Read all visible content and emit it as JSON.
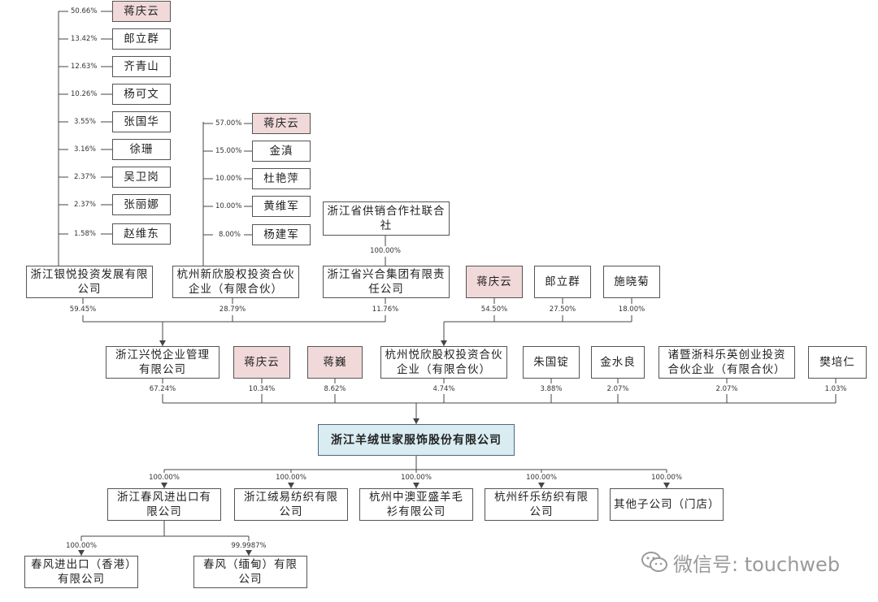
{
  "top_left_shareholders": [
    {
      "name": "蒋庆云",
      "pct": "50.66%"
    },
    {
      "name": "郎立群",
      "pct": "13.42%"
    },
    {
      "name": "齐青山",
      "pct": "12.63%"
    },
    {
      "name": "杨可文",
      "pct": "10.26%"
    },
    {
      "name": "张国华",
      "pct": "3.55%"
    },
    {
      "name": "徐珊",
      "pct": "3.16%"
    },
    {
      "name": "吴卫岗",
      "pct": "2.37%"
    },
    {
      "name": "张丽娜",
      "pct": "2.37%"
    },
    {
      "name": "赵维东",
      "pct": "1.58%"
    }
  ],
  "mid_left_shareholders": [
    {
      "name": "蒋庆云",
      "pct": "57.00%"
    },
    {
      "name": "金滇",
      "pct": "15.00%"
    },
    {
      "name": "杜艳萍",
      "pct": "10.00%"
    },
    {
      "name": "黄维军",
      "pct": "10.00%"
    },
    {
      "name": "杨建军",
      "pct": "8.00%"
    }
  ],
  "coop_union": {
    "name": "浙江省供销合作社联合社",
    "pct": "100.00%"
  },
  "level2": [
    {
      "name": "浙江银悦投资发展有限公司",
      "pct": "59.45%"
    },
    {
      "name": "杭州新欣股权投资合伙企业（有限合伙）",
      "pct": "28.79%"
    },
    {
      "name": "浙江省兴合集团有限责任公司",
      "pct": "11.76%"
    }
  ],
  "yuexin_partners": [
    {
      "name": "蒋庆云",
      "pct": "54.50%"
    },
    {
      "name": "郎立群",
      "pct": "27.50%"
    },
    {
      "name": "施晓菊",
      "pct": "18.00%"
    }
  ],
  "direct_shareholders": [
    {
      "name": "浙江兴悦企业管理有限公司",
      "pct": "67.24%"
    },
    {
      "name": "蒋庆云",
      "pct": "10.34%"
    },
    {
      "name": "蒋巍",
      "pct": "8.62%"
    },
    {
      "name": "杭州悦欣股权投资合伙企业（有限合伙）",
      "pct": "4.74%"
    },
    {
      "name": "朱国锭",
      "pct": "3.88%"
    },
    {
      "name": "金水良",
      "pct": "2.07%"
    },
    {
      "name": "诸暨浙科乐英创业投资合伙企业（有限合伙）",
      "pct": "2.07%"
    },
    {
      "name": "樊培仁",
      "pct": "1.03%"
    }
  ],
  "company": {
    "name": "浙江羊绒世家服饰股份有限公司"
  },
  "subsidiaries": [
    {
      "name": "浙江春风进出口有限公司",
      "pct": "100.00%"
    },
    {
      "name": "浙江绒易纺织有限公司",
      "pct": "100.00%"
    },
    {
      "name": "杭州中澳亚盛羊毛衫有限公司",
      "pct": "100.00%"
    },
    {
      "name": "杭州纤乐纺织有限公司",
      "pct": "100.00%"
    },
    {
      "name": "其他子公司（门店）",
      "pct": "100.00%"
    }
  ],
  "grand_subsidiaries": [
    {
      "name": "春风进出口（香港）有限公司",
      "pct": "100.00%"
    },
    {
      "name": "春风（缅甸）有限公司",
      "pct": "99.9987%"
    }
  ],
  "watermark": {
    "text": "微信号: touchweb",
    "icon": "wechat-icon"
  },
  "colors": {
    "highlight": "#f1d9d9",
    "main": "#d9ecf2"
  }
}
